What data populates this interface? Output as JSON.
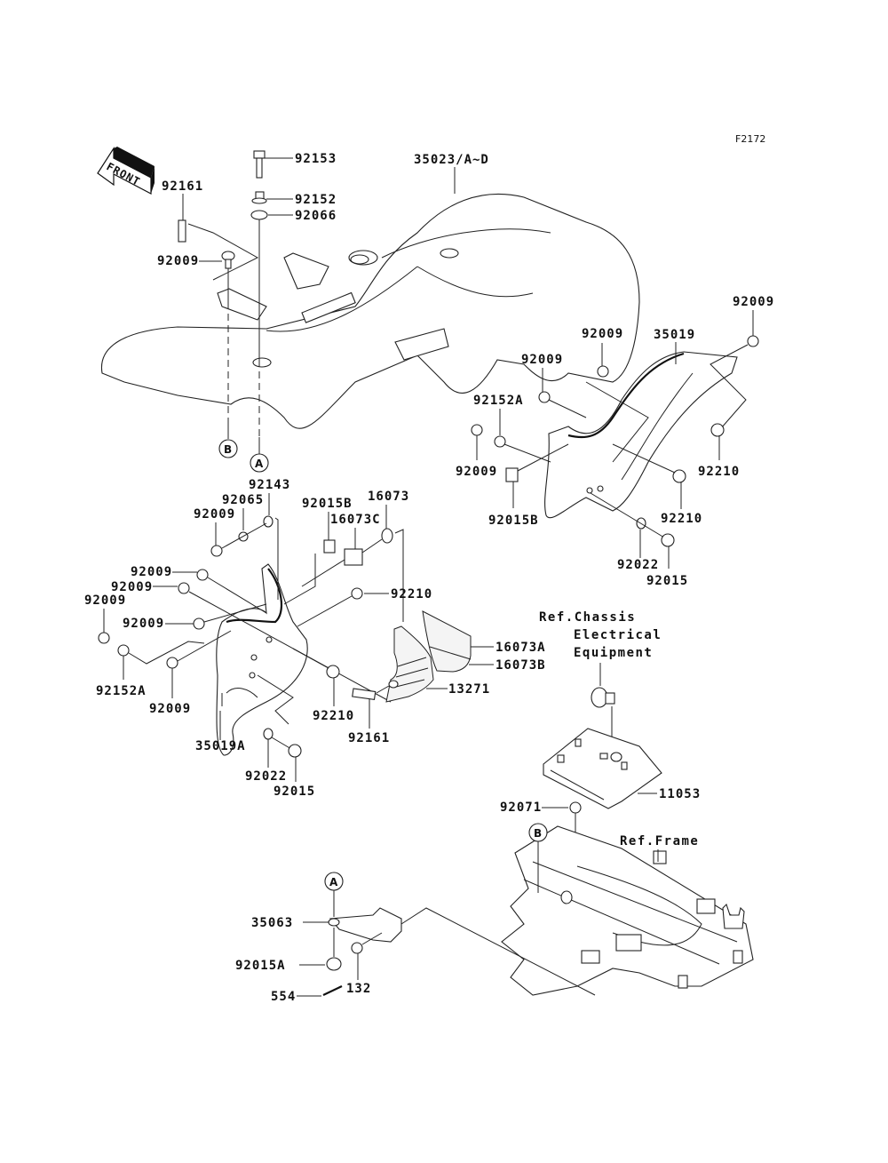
{
  "figure_code": "F2172",
  "front_arrow_label": "FRONT",
  "references": {
    "chassis_line1": "Ref.Chassis",
    "chassis_line2": "Electrical",
    "chassis_line3": "Equipment",
    "frame": "Ref.Frame"
  },
  "connectors": {
    "a": "A",
    "b": "B"
  },
  "rear_fender_group": {
    "fender": "35023/A~D",
    "bolt": "92153",
    "collar": "92152",
    "damper": "92066",
    "spacer": "92161",
    "screw": "92009"
  },
  "right_flap_group": {
    "flap": "35019",
    "screw_top_right": "92009",
    "screw_top": "92009",
    "screw_left": "92009",
    "collar": "92152A",
    "screw_lower_left": "92009",
    "clip_nut": "92015B",
    "nut_upper": "92210",
    "nut_lower": "92210",
    "washer": "92022",
    "nut": "92015"
  },
  "left_flap_group": {
    "flap": "35019A",
    "collar_top": "92143",
    "washer_top": "92065",
    "screw_top": "92009",
    "clip_nut": "92015B",
    "pad_c": "16073C",
    "washer_16073": "16073",
    "screw_a": "92009",
    "screw_b": "92009",
    "screw_c": "92009",
    "screw_d": "92009",
    "screw_e": "92009",
    "collar": "92152A",
    "nut_upper": "92210",
    "nut_lower": "92210",
    "washer": "92022",
    "nut": "92015",
    "spacer": "92161",
    "heat_guard": "13271",
    "pad_a": "16073A",
    "pad_b": "16073B"
  },
  "battery_group": {
    "case": "11053",
    "nut": "92071"
  },
  "bracket_group": {
    "bracket": "35063",
    "nut": "92015A",
    "bolt": "132",
    "cotter_pin": "554"
  }
}
